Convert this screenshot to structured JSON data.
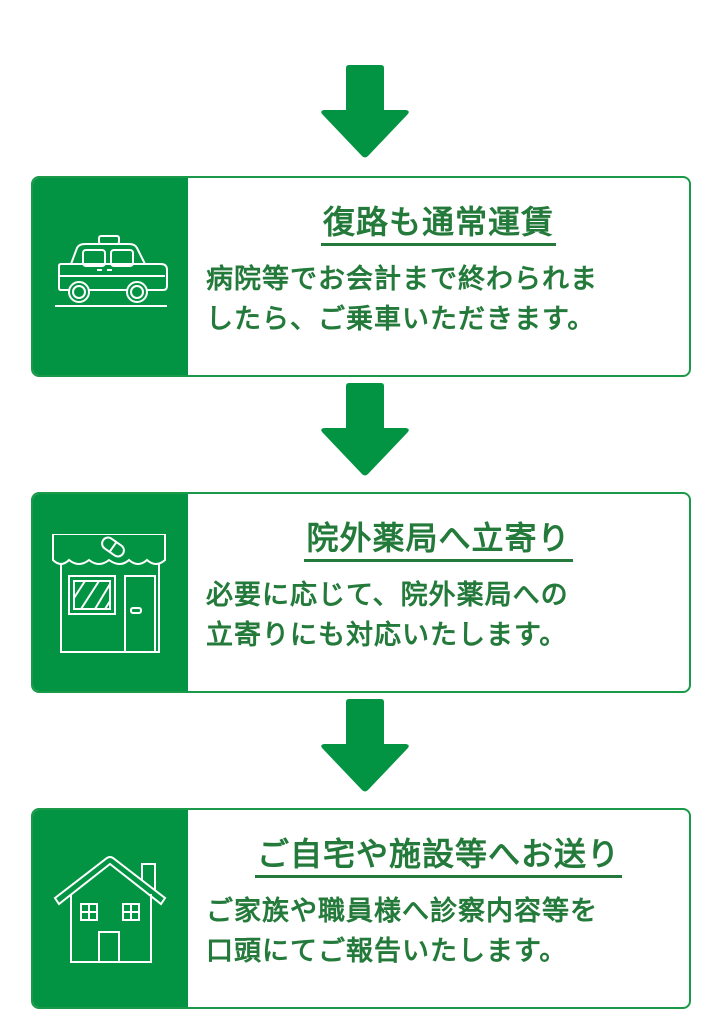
{
  "colors": {
    "accent": "#039443",
    "border": "#1a9a48",
    "text": "#247a3a",
    "background": "#ffffff"
  },
  "steps": [
    {
      "icon": "taxi-icon",
      "title": "復路も通常運賃",
      "description_line1": "病院等でお会計まで終わられま",
      "description_line2": "したら、ご乗車いただきます。"
    },
    {
      "icon": "pharmacy-icon",
      "title": "院外薬局へ立寄り",
      "description_line1": "必要に応じて、院外薬局への",
      "description_line2": "立寄りにも対応いたします。"
    },
    {
      "icon": "house-icon",
      "title": "ご自宅や施設等へお送り",
      "description_line1": "ご家族や職員様へ診察内容等を",
      "description_line2": "口頭にてご報告いたします。"
    }
  ]
}
